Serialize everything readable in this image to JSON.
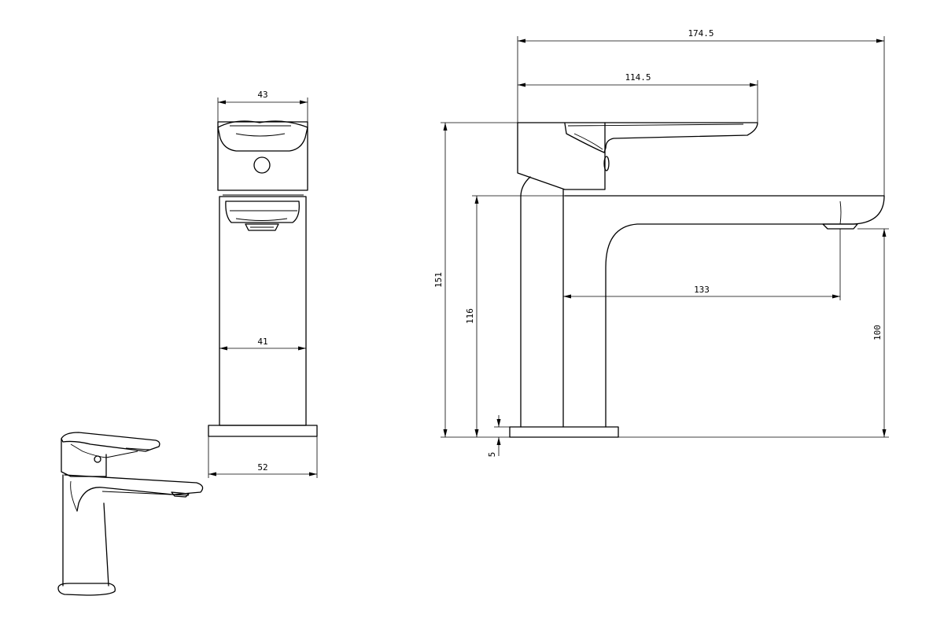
{
  "drawing": {
    "side_view": {
      "overall_length": "174.5",
      "handle_length": "114.5",
      "overall_height": "151",
      "spout_height": "116",
      "spout_reach": "133",
      "outlet_height": "100",
      "base_thickness": "5"
    },
    "front_view": {
      "handle_width": "43",
      "body_width": "41",
      "base_width": "52"
    }
  }
}
